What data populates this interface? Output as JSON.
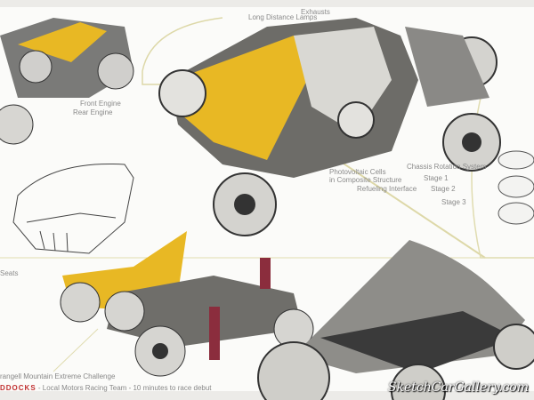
{
  "labels": {
    "exhausts": "Exhausts",
    "long_distance_lamps": "Long Distance Lamps",
    "front_engine": "Front Engine",
    "rear_engine": "Rear Engine",
    "photovoltaic": "Photovoltaic Cells",
    "composite": "in Composite Structure",
    "refueling": "Refueling Interface",
    "chassis_rotation": "Chassis Rotation System",
    "stage1": "Stage 1",
    "stage2": "Stage 2",
    "stage3": "Stage 3",
    "seats": "Seats"
  },
  "captions": {
    "challenge": "rangell Mountain Extreme Challenge",
    "brand": "DDOCKS",
    "team": " - Local Motors Racing Team - 10 minutes to race debut"
  },
  "watermark": "SketchCarGallery.com",
  "colors": {
    "yellow": "#e8b824",
    "grey": "#6b6b6b",
    "red": "#c03030",
    "line": "#d8d4a0"
  }
}
